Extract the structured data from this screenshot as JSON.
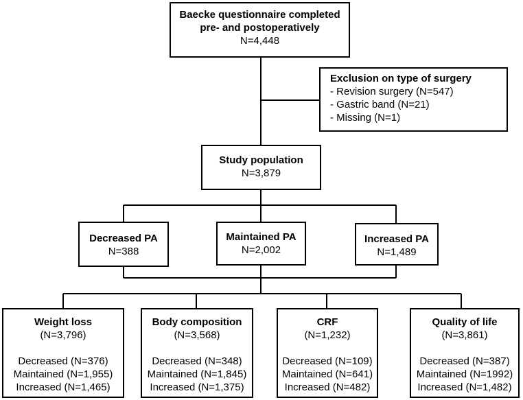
{
  "start": {
    "title_line1": "Baecke questionnaire completed",
    "title_line2": "pre- and postoperatively",
    "count": "N=4,448"
  },
  "exclusion": {
    "title": "Exclusion on type of surgery",
    "items": [
      "- Revision surgery (N=547)",
      "- Gastric band (N=21)",
      "- Missing (N=1)"
    ]
  },
  "study": {
    "title": "Study population",
    "count": "N=3,879"
  },
  "groups": [
    {
      "title": "Decreased PA",
      "count": "N=388"
    },
    {
      "title": "Maintained PA",
      "count": "N=2,002"
    },
    {
      "title": "Increased PA",
      "count": "N=1,489"
    }
  ],
  "outcomes": [
    {
      "title": "Weight loss",
      "count": "(N=3,796)",
      "decreased": "Decreased (N=376)",
      "maintained": "Maintained (N=1,955)",
      "increased": "Increased (N=1,465)"
    },
    {
      "title": "Body composition",
      "count": "(N=3,568)",
      "decreased": "Decreased (N=348)",
      "maintained": "Maintained (N=1,845)",
      "increased": "Increased (N=1,375)"
    },
    {
      "title": "CRF",
      "count": "(N=1,232)",
      "decreased": "Decreased (N=109)",
      "maintained": "Maintained (N=641)",
      "increased": "Increased (N=482)"
    },
    {
      "title": "Quality of life",
      "count": "(N=3,861)",
      "decreased": "Decreased (N=387)",
      "maintained": "Maintained (N=1992)",
      "increased": "Increased (N=1,482)"
    }
  ]
}
